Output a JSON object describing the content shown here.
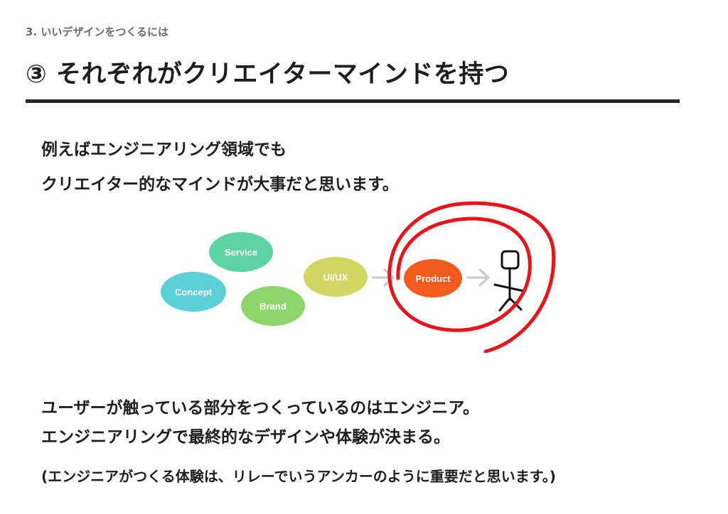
{
  "header": {
    "section_label": "3. いいデザインをつくるには",
    "title": "③ それぞれがクリエイターマインドを持つ"
  },
  "intro": {
    "line1": "例えばエンジニアリング領域でも",
    "line2": "クリエイター的なマインドが大事だと思います。"
  },
  "diagram": {
    "bubbles": {
      "service": {
        "label": "Service",
        "color": "#5dd3a3"
      },
      "concept": {
        "label": "Concept",
        "color": "#5bcfd6"
      },
      "brand": {
        "label": "Brand",
        "color": "#8ed56b"
      },
      "uiux": {
        "label": "UI/UX",
        "color": "#cfd762"
      },
      "product": {
        "label": "Product",
        "color": "#f25a1e"
      }
    },
    "arrow_color": "#c8c8c8",
    "circle_color": "#e8141b",
    "person_color": "#111111"
  },
  "points": {
    "line1": "ユーザーが触っている部分をつくっているのはエンジニア。",
    "line2": "エンジニアリングで最終的なデザインや体験が決まる。"
  },
  "note": "(エンジニアがつくる体験は、リレーでいうアンカーのように重要だと思います。)"
}
